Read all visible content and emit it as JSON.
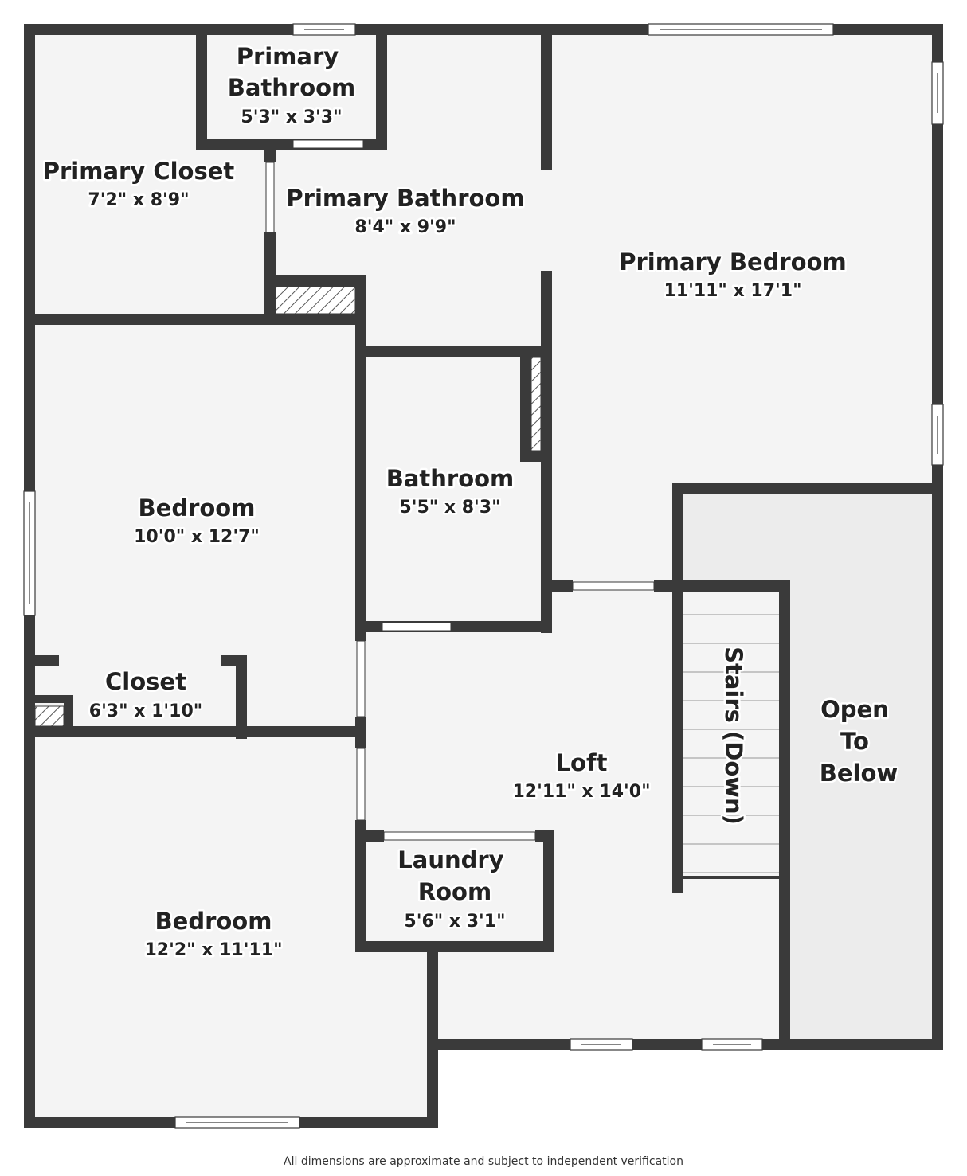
{
  "rooms": {
    "primary_bathroom_small": {
      "name_lines": [
        "Primary",
        "Bathroom"
      ],
      "dims": "5'3\" x 3'3\""
    },
    "primary_closet": {
      "name_lines": [
        "Primary Closet"
      ],
      "dims": "7'2\" x 8'9\""
    },
    "primary_bathroom": {
      "name_lines": [
        "Primary Bathroom"
      ],
      "dims": "8'4\" x 9'9\""
    },
    "primary_bedroom": {
      "name_lines": [
        "Primary Bedroom"
      ],
      "dims": "11'11\" x 17'1\""
    },
    "bedroom_upper": {
      "name_lines": [
        "Bedroom"
      ],
      "dims": "10'0\" x 12'7\""
    },
    "bathroom": {
      "name_lines": [
        "Bathroom"
      ],
      "dims": "5'5\" x 8'3\""
    },
    "closet": {
      "name_lines": [
        "Closet"
      ],
      "dims": "6'3\" x 1'10\""
    },
    "loft": {
      "name_lines": [
        "Loft"
      ],
      "dims": "12'11\" x 14'0\""
    },
    "stairs": {
      "name_lines": [
        "Stairs (Down)"
      ]
    },
    "open_to_below": {
      "name_lines": [
        "Open",
        "To",
        "Below"
      ]
    },
    "laundry_room": {
      "name_lines": [
        "Laundry",
        "Room"
      ],
      "dims": "5'6\" x 3'1\""
    },
    "bedroom_lower": {
      "name_lines": [
        "Bedroom"
      ],
      "dims": "12'2\" x 11'11\""
    }
  },
  "footer": {
    "disclaimer": "All dimensions are approximate and subject to independent verification"
  }
}
